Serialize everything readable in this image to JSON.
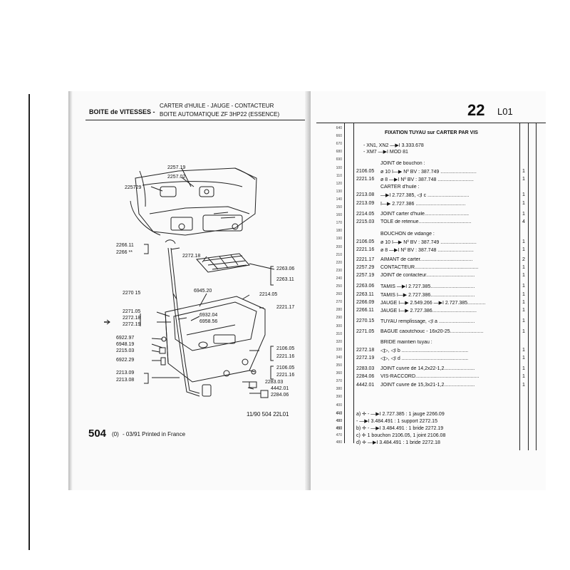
{
  "left_page": {
    "header_left": "BOITE de VITESSES -",
    "header_right_1": "CARTER d'HUILE - JAUGE - CONTACTEUR",
    "header_right_2": "BOITE AUTOMATIQUE ZF 3HP22 (ESSENCE)",
    "reference_code": "11/90  504  22L01",
    "footer_number": "504",
    "footer_sub": "(0)",
    "footer_text": "- 03/91 Printed in France",
    "callouts": [
      "2257.19",
      "2257.02",
      "225729",
      "2266.11",
      "2266 **",
      "2272.18",
      "2263.06",
      "2263.11",
      "2270 15",
      "6945.20",
      "2214.05",
      "2221.17",
      "2271.05",
      "2272.18",
      "2272.19",
      "6932.04",
      "6958.56",
      "6922.97",
      "6948.19",
      "2215.03",
      "6922.29",
      "2213.09",
      "2213.08",
      "2106.05",
      "2221.16",
      "2106.05",
      "2221.16",
      "2283.03",
      "4442.01",
      "2284.06"
    ]
  },
  "right_page": {
    "page_number": "22",
    "page_suffix": "L01",
    "line_numbers": [
      "640",
      "660",
      "670",
      "680",
      "690",
      "100",
      "110",
      "120",
      "130",
      "140",
      "150",
      "160",
      "170",
      "180",
      "190",
      "200",
      "210",
      "220",
      "230",
      "240",
      "250",
      "260",
      "270",
      "280",
      "290",
      "300",
      "310",
      "320",
      "330",
      "340",
      "350",
      "360",
      "370",
      "380",
      "390",
      "400",
      "410",
      "420",
      "430",
      "440",
      "450",
      "460",
      "470",
      "480"
    ],
    "title": "FIXATION TUYAU sur CARTER PAR VIS",
    "intro_1": "- XN1, XN2 —▶I 3.333.678",
    "intro_2": "- XM7 —▶I MOD 81",
    "rows": [
      {
        "ref": "",
        "text": "JOINT de bouchon :",
        "qty": ""
      },
      {
        "ref": "2106.05",
        "text": "ø 10 I—▶ Nº BV : 387.749 ..........................",
        "qty": "1"
      },
      {
        "ref": "2221.16",
        "text": "ø 8 —▶I Nº BV : 387.748 ..........................",
        "qty": "1"
      },
      {
        "ref": "",
        "text": "CARTER d'huile :",
        "qty": ""
      },
      {
        "ref": "2213.08",
        "text": "—▶I 2.727.385, ◁I c ..............................",
        "qty": "1"
      },
      {
        "ref": "2213.09",
        "text": "I—▶ 2.727.386 ....................................",
        "qty": "1"
      },
      {
        "ref": "2214.05",
        "text": "JOINT carter d'huile................................",
        "qty": "1"
      },
      {
        "ref": "2215.03",
        "text": "TOLE de retenue......................................",
        "qty": "4"
      },
      {
        "ref": "",
        "text": "BOUCHON de vidange :",
        "qty": ""
      },
      {
        "ref": "2106.05",
        "text": "ø 10 I—▶ Nº BV : 387.749 ..........................",
        "qty": "1"
      },
      {
        "ref": "2221.16",
        "text": "ø 8 —▶I Nº BV : 387.748 ..........................",
        "qty": "1"
      },
      {
        "ref": "2221.17",
        "text": "AIMANT de carter......................................",
        "qty": "2"
      },
      {
        "ref": "2257.29",
        "text": "CONTACTEUR..............................................",
        "qty": "1"
      },
      {
        "ref": "2257.19",
        "text": "JOINT de contacteur...................................",
        "qty": "1"
      },
      {
        "ref": "2263.06",
        "text": "TAMIS —▶I 2.727.385................................",
        "qty": "1"
      },
      {
        "ref": "2263.11",
        "text": "TAMIS I—▶ 2.727.386................................",
        "qty": "1"
      },
      {
        "ref": "2266.09",
        "text": "JAUGE I—▶ 2.549.266 —▶I 2.727.385.............",
        "qty": "1"
      },
      {
        "ref": "2266.11",
        "text": "JAUGE I—▶ 2.727.386................................",
        "qty": "1"
      },
      {
        "ref": "2270.15",
        "text": "TUYAU remplissage, ◁I a ..........................",
        "qty": "1"
      },
      {
        "ref": "2271.05",
        "text": "BAGUE caoutchouc - 16x20-25........................",
        "qty": "1"
      },
      {
        "ref": "",
        "text": "BRIDE maintien tuyau :",
        "qty": ""
      },
      {
        "ref": "2272.18",
        "text": "◁▷, ◁I b ................................................",
        "qty": "1"
      },
      {
        "ref": "2272.19",
        "text": "◁▷, ◁I d ................................................",
        "qty": "1"
      },
      {
        "ref": "2283.03",
        "text": "JOINT cuivre de 14,2x22-1,2......................",
        "qty": "1"
      },
      {
        "ref": "2284.06",
        "text": "VIS-RACCORD..............................................",
        "qty": "1"
      },
      {
        "ref": "4442.01",
        "text": "JOINT cuivre de 15,3x21-1,2......................",
        "qty": "1"
      }
    ],
    "notes": [
      "a) ✛ - —▶I 2.727.385 : 1 jauge 2266.09",
      "- —▶I 3.484.491 : 1 support 2272.15",
      "b) ✛ - —▶I 3.484.491 : 1 bride 2272.19",
      "c) ✛ 1 bouchon 2106.05, 1 joint 2106.08",
      "d) ✛ —▶I 3.484.491 : 1 bride 2272.18"
    ]
  }
}
